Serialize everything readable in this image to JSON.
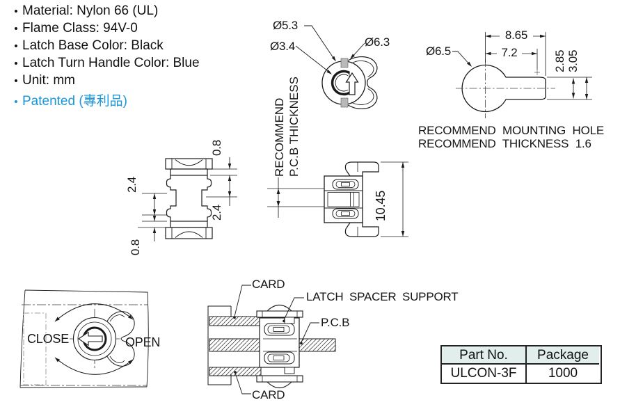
{
  "specs": {
    "items": [
      {
        "label": "Material: Nylon 66 (UL)"
      },
      {
        "label": "Flame Class: 94V-0"
      },
      {
        "label": "Latch Base Color: Black"
      },
      {
        "label": "Latch Turn Handle Color: Blue"
      },
      {
        "label": "Unit: mm"
      },
      {
        "label": "Patented (專利品)",
        "highlight": true
      }
    ],
    "highlight_color": "#1b96d8"
  },
  "top_view": {
    "dia_latch_body": "Ø5.3",
    "dia_inner_post": "Ø3.4",
    "dia_turn_handle": "Ø6.3",
    "note": "RECOMMEND\nP.C.B THICKNESS"
  },
  "mounting_hole_view": {
    "dia_hole": "Ø6.5",
    "dim_total_width": "8.65",
    "dim_slot_width": "7.2",
    "dim_slot_height": "2.85",
    "dim_end_height": "3.05",
    "note_line1": "RECOMMEND MOUNTING HOLE",
    "note_line2": "RECOMMEND THICKNESS 1.6"
  },
  "front_view": {
    "dim_right_top": "0.8",
    "dim_left_upper": "2.4",
    "dim_right_lower": "2.4",
    "dim_left_bottom": "0.8"
  },
  "side_view": {
    "dim_height": "10.45"
  },
  "operation_view": {
    "close_label": "CLOSE",
    "open_label": "OPEN"
  },
  "assembly_view": {
    "card_top_label": "CARD",
    "latch_support_label": "LATCH SPACER SUPPORT",
    "pcb_label": "P.C.B",
    "card_bottom_label": "CARD"
  },
  "order_table": {
    "headers": [
      "Part No.",
      "Package"
    ],
    "rows": [
      [
        "ULCON-3F",
        "1000"
      ]
    ],
    "header_bg": "#e2eeeb"
  }
}
